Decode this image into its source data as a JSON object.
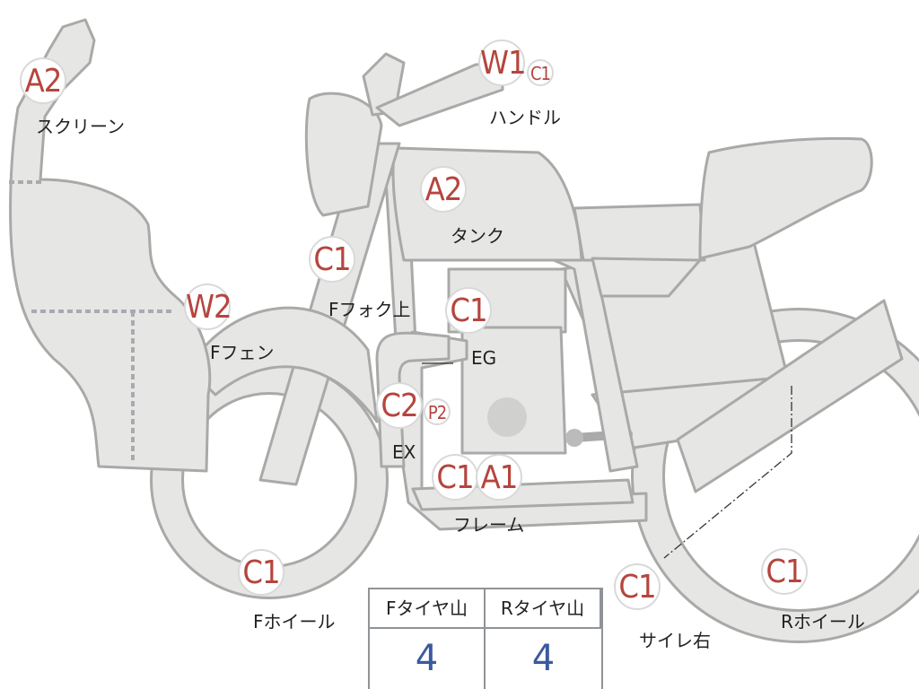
{
  "badges": {
    "screen": "A2",
    "handle_main": "W1",
    "handle_sub": "C1",
    "tank": "A2",
    "fork": "C1",
    "fender": "W2",
    "engine": "C1",
    "exhaust_main": "C2",
    "exhaust_sub": "P2",
    "frame_left": "C1",
    "frame_right": "A1",
    "front_wheel": "C1",
    "muffler": "C1",
    "rear_wheel": "C1"
  },
  "labels": {
    "screen": "スクリーン",
    "handle": "ハンドル",
    "tank": "タンク",
    "fork": "Fフォク上",
    "fender": "Fフェン",
    "engine": "EG",
    "exhaust": "EX",
    "frame": "フレーム",
    "front_wheel": "Fホイール",
    "muffler": "サイレ右",
    "rear_wheel": "Rホイール"
  },
  "tyre_table": {
    "headers": [
      "Fタイヤ山",
      "Rタイヤ山"
    ],
    "values": [
      "4",
      "4"
    ]
  },
  "colors": {
    "part_fill": "#e6e6e4",
    "part_stroke": "#a8aaa8",
    "badge_text": "#b5453e",
    "value_text": "#3a5a9e"
  }
}
